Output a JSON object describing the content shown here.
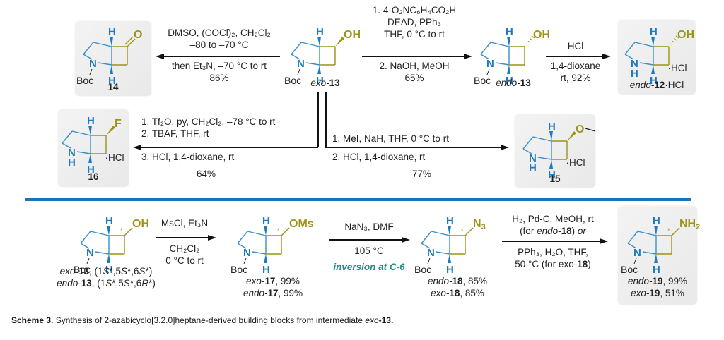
{
  "colors": {
    "ring_blue": "#3a8fc9",
    "atom_blue": "#1f7bbf",
    "substituent_olive": "#9c9418",
    "divider": "#1b75b5",
    "highlight_green": "#1a8f8a"
  },
  "top": {
    "compounds": {
      "c14": {
        "label_num": "14",
        "substituent": "O",
        "substituent_type": "ketone",
        "n_group": "Boc",
        "salt": ""
      },
      "exo13": {
        "label_prefix": "exo-",
        "label_num": "13",
        "substituent": "OH",
        "substituent_type": "wedge",
        "n_group": "Boc",
        "salt": ""
      },
      "endo13": {
        "label_prefix": "endo-",
        "label_num": "13",
        "substituent": "OH",
        "substituent_type": "hash",
        "n_group": "Boc",
        "salt": ""
      },
      "endo12": {
        "label_prefix": "endo-",
        "label_num": "12",
        "label_suffix": "·HCl",
        "substituent": "OH",
        "substituent_type": "hash",
        "n_group": "H",
        "salt": "·HCl"
      },
      "c16": {
        "label_num": "16",
        "substituent": "F",
        "substituent_type": "wedge",
        "n_group": "H",
        "salt": "·HCl"
      },
      "c15": {
        "label_num": "15",
        "substituent": "O",
        "substituent_type": "wedge-methoxy",
        "n_group": "H",
        "salt": "·HCl"
      }
    },
    "reactions": {
      "swern": {
        "above": [
          "DMSO, (COCl)₂, CH₂Cl₂",
          "–80 to –70 °C"
        ],
        "below": [
          "then Et₃N, –70 °C to rt",
          "86%"
        ]
      },
      "mitsunobu": {
        "above": [
          "1. 4-O₂NC₆H₄CO₂H",
          "DEAD, PPh₃",
          "THF, 0 °C to rt"
        ],
        "below": [
          "2. NaOH, MeOH",
          "65%"
        ]
      },
      "deprotect": {
        "above": [
          "HCl"
        ],
        "below": [
          "1,4-dioxane",
          "rt, 92%"
        ]
      },
      "fluorination": {
        "above": [
          "1. Tf₂O, py, CH₂Cl₂, –78 °C to rt",
          "2. TBAF, THF, rt"
        ],
        "below": [
          "3. HCl, 1,4-dioxane, rt",
          "64%"
        ]
      },
      "methylation": {
        "above": [
          "1. MeI, NaH, THF, 0 °C to rt"
        ],
        "below": [
          "2. HCl, 1,4-dioxane, rt",
          "77%"
        ]
      }
    }
  },
  "bottom": {
    "compounds": {
      "c13": {
        "substituent": "OH",
        "lines": [
          [
            "exo-",
            "13",
            ", (1S*,5S*,6S*)"
          ],
          [
            "endo-",
            "13",
            ", (1S*,5S*,6R*)"
          ]
        ]
      },
      "c17": {
        "substituent": "OMs",
        "lines": [
          [
            "exo-",
            "17",
            ", 99%"
          ],
          [
            "endo-",
            "17",
            ", 99%"
          ]
        ]
      },
      "c18": {
        "substituent": "N₃",
        "lines": [
          [
            "endo-",
            "18",
            ", 85%"
          ],
          [
            "exo-",
            "18",
            ", 85%"
          ]
        ]
      },
      "c19": {
        "substituent": "NH₂",
        "lines": [
          [
            "endo-",
            "19",
            ", 99%"
          ],
          [
            "exo-",
            "19",
            ", 51%"
          ]
        ]
      }
    },
    "stereo_marker": "*",
    "n_group": "Boc",
    "reactions": {
      "mesylation": {
        "above": [
          "MsCl, Et₃N"
        ],
        "below": [
          "CH₂Cl₂",
          "0 °C to rt"
        ]
      },
      "azidation": {
        "above": [
          "NaN₃, DMF"
        ],
        "below": [
          "105 °C"
        ],
        "note": "inversion at C-6"
      },
      "reduction": {
        "above": [
          "H₂, Pd-C, MeOH, rt",
          "(for endo-18) or"
        ],
        "below": [
          "PPh₃, H₂O, THF,",
          "50 °C (for exo-18)"
        ]
      }
    }
  },
  "caption": {
    "lead": "Scheme 3.",
    "text": " Synthesis of 2-azabicyclo[3.2.0]heptane-derived building blocks from intermediate ",
    "italic": "exo",
    "tail": "-13."
  }
}
